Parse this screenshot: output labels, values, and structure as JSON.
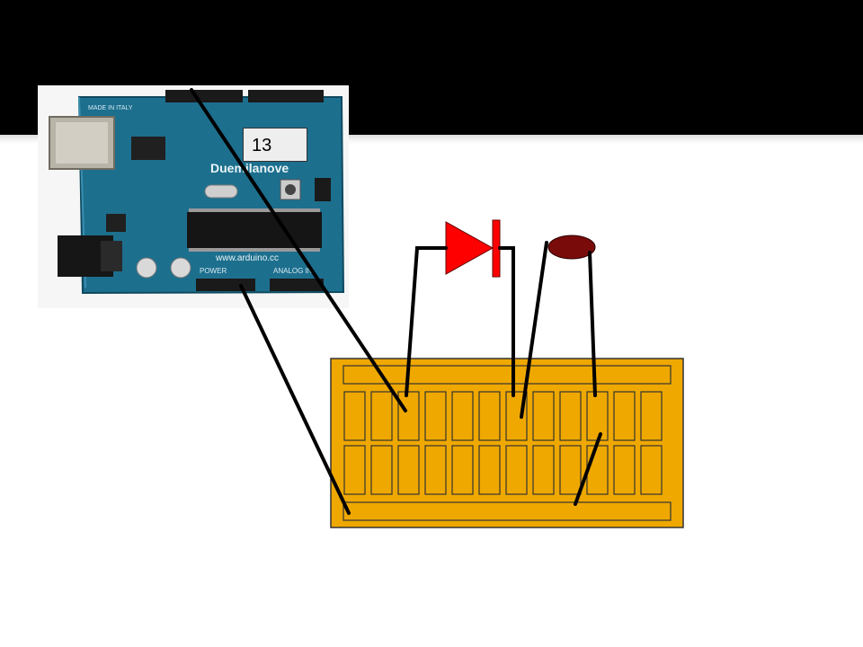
{
  "diagram": {
    "pin_label": "13",
    "board_name_text": "Duemilanove",
    "board_site_text": "www.arduino.cc",
    "board_made_in_text": "MADE IN ITALY",
    "board_header_labels": [
      "POWER",
      "ANALOG IN"
    ],
    "colors": {
      "header_background": "#000000",
      "board_pcb": "#1d6f8e",
      "breadboard": "#efa800",
      "led": "#ff0000",
      "resistor": "#7a0b0b",
      "wire": "#000000"
    },
    "components": [
      "arduino-board",
      "led-diode",
      "resistor",
      "breadboard"
    ],
    "icons": [
      "usb-port-icon",
      "power-jack-icon",
      "microcontroller-chip-icon",
      "led-diode-icon",
      "resistor-icon"
    ]
  }
}
